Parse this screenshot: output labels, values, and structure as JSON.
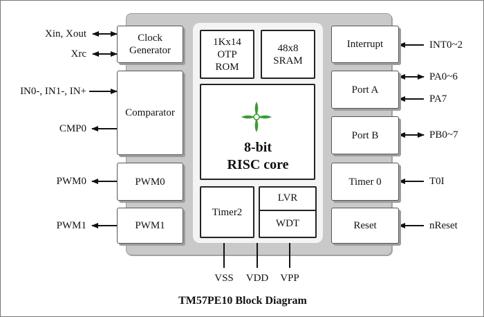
{
  "blocks": {
    "clock": "Clock\nGenerator",
    "comparator": "Comparator",
    "pwm0": "PWM0",
    "pwm1": "PWM1",
    "otp": "1Kx14\nOTP\nROM",
    "sram": "48x8\nSRAM",
    "core": "8-bit\nRISC core",
    "timer2": "Timer2",
    "lvr": "LVR",
    "wdt": "WDT",
    "interrupt": "Interrupt",
    "porta": "Port A",
    "portb": "Port B",
    "timer0": "Timer 0",
    "reset": "Reset"
  },
  "signals": {
    "xin_xout": "Xin, Xout",
    "xrc": "Xrc",
    "in_pins": "IN0-, IN1-, IN+",
    "cmp0": "CMP0",
    "pwm0": "PWM0",
    "pwm1": "PWM1",
    "int": "INT0~2",
    "pa06": "PA0~6",
    "pa7": "PA7",
    "pb": "PB0~7",
    "t0i": "T0I",
    "nreset": "nReset",
    "vss": "VSS",
    "vdd": "VDD",
    "vpp": "VPP"
  },
  "caption": "TM57PE10 Block Diagram",
  "colors": {
    "chip": "#c9c9c9",
    "logo_green": "#3d9b35"
  }
}
